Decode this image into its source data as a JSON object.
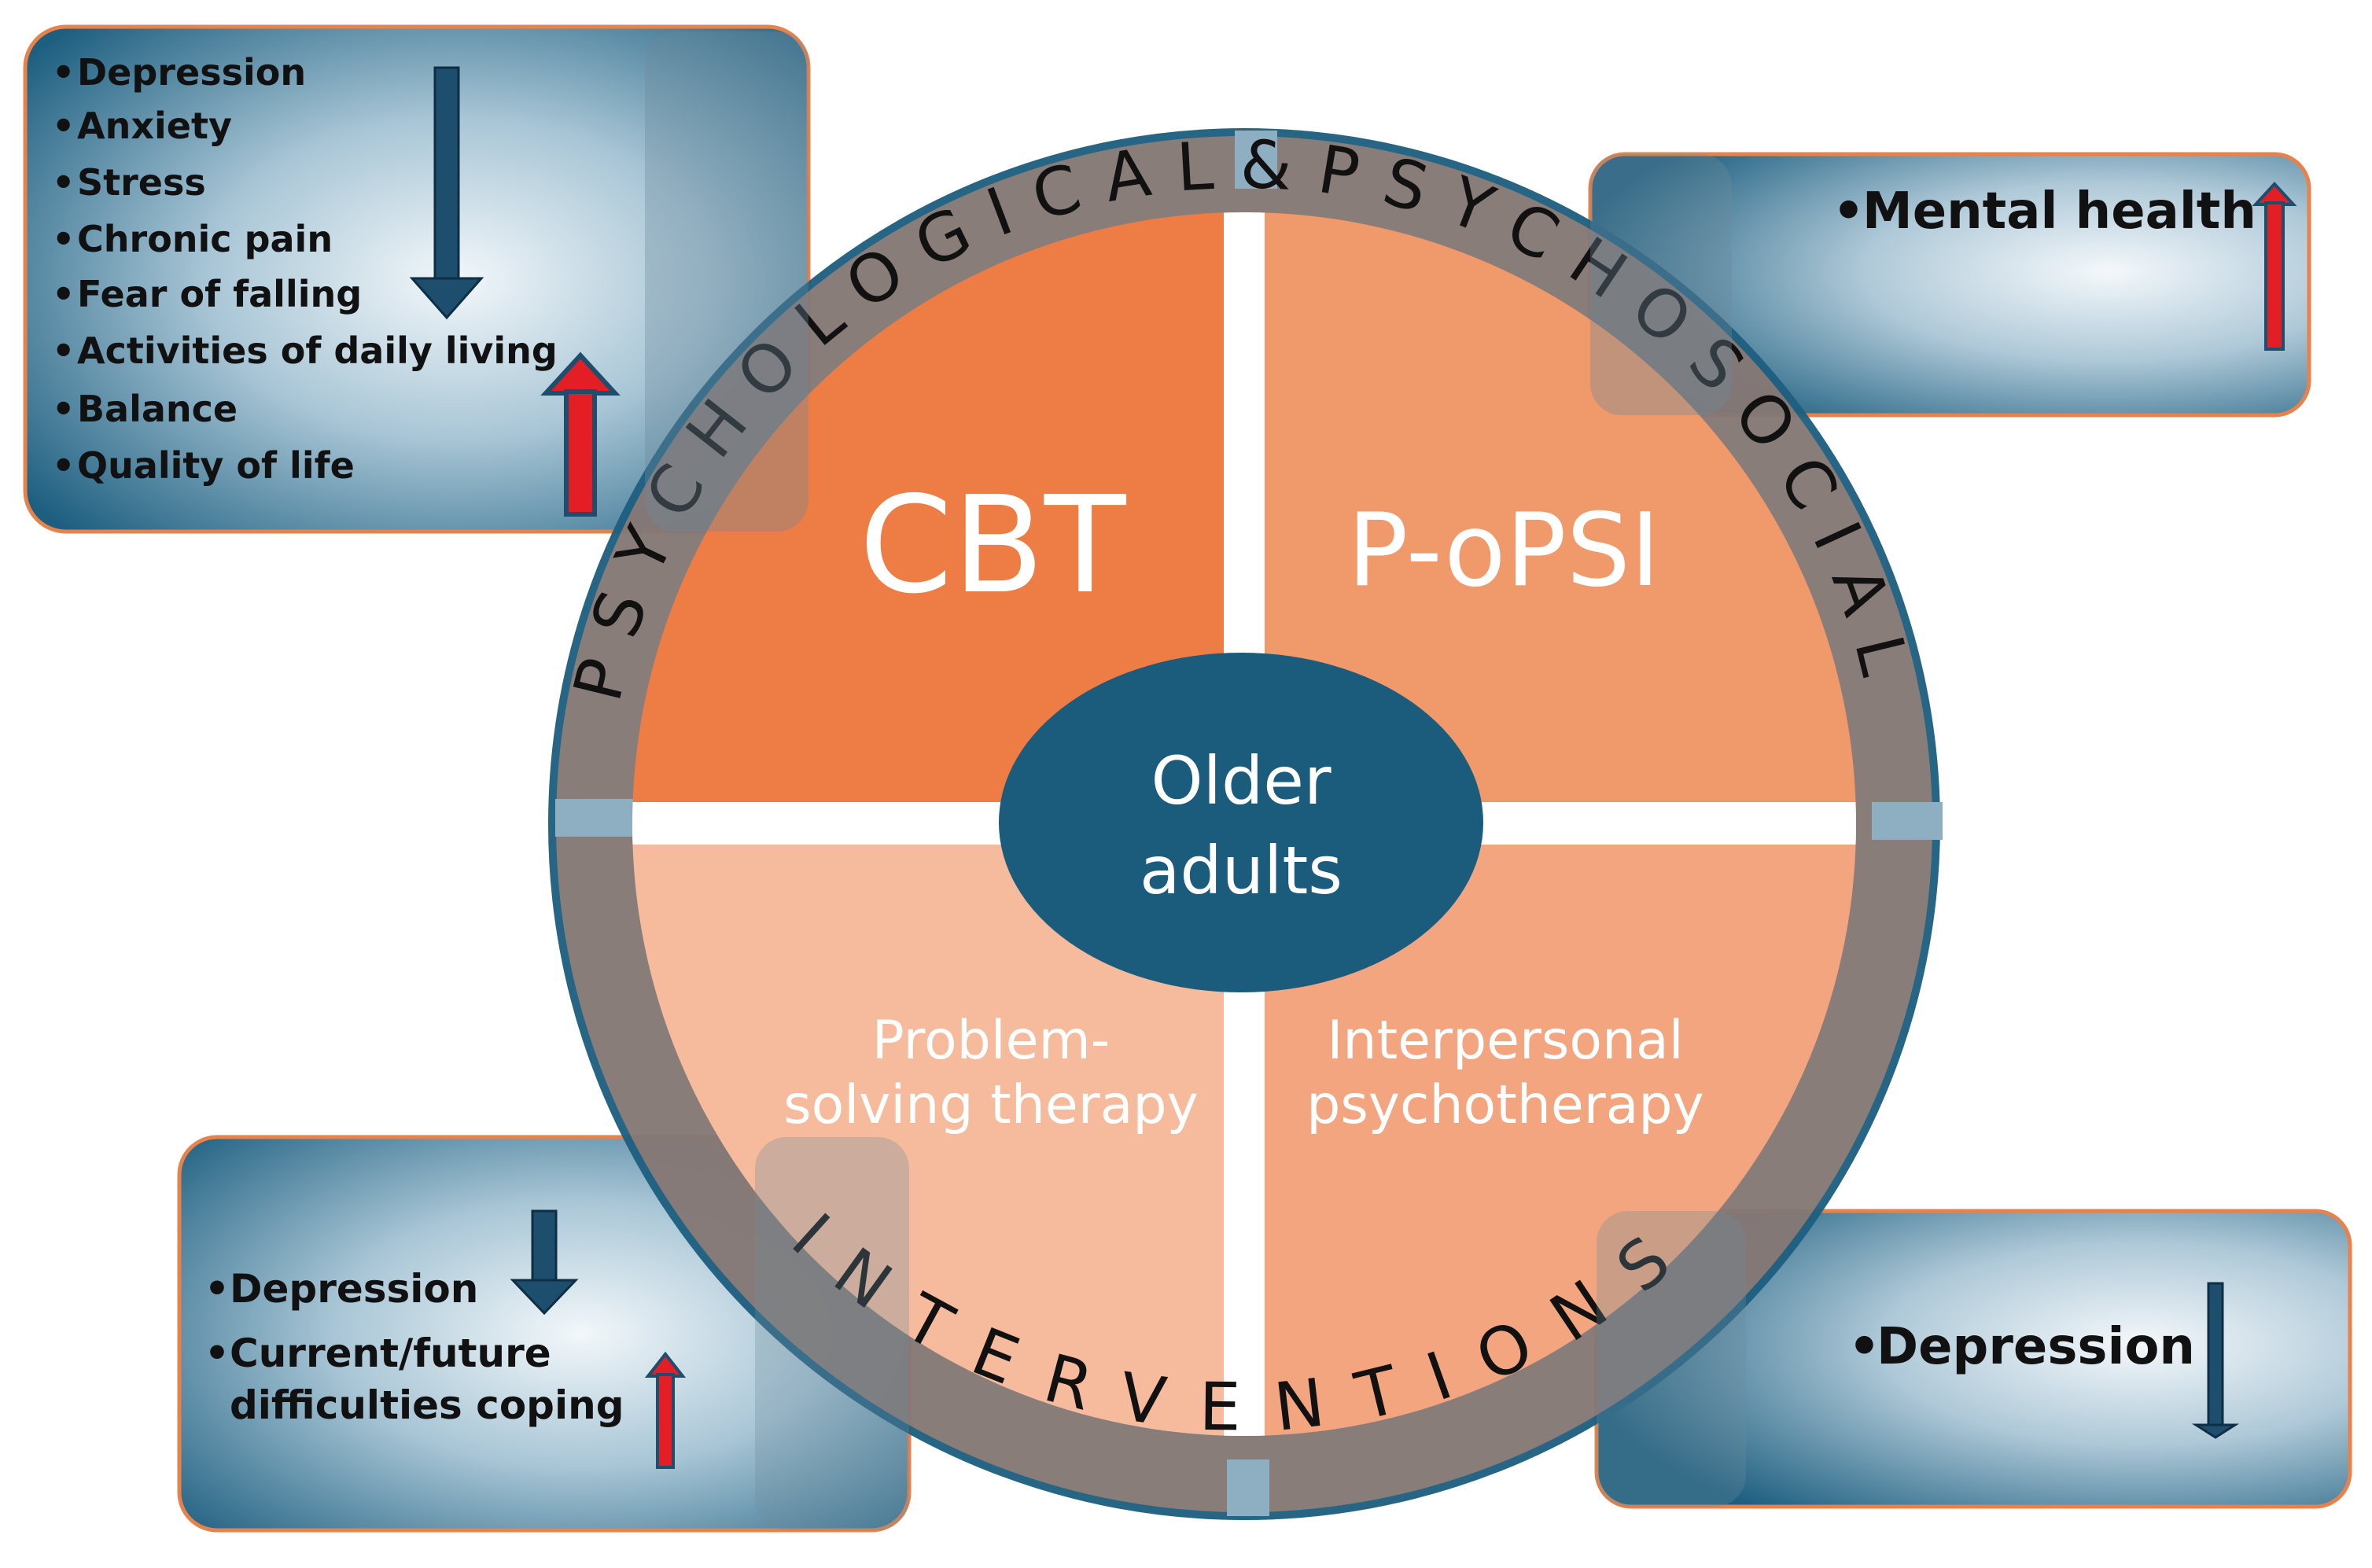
{
  "center": {
    "line1": "Older",
    "line2": "adults"
  },
  "quadrants": {
    "top_left": {
      "label": "CBT",
      "color": "#ED7D45"
    },
    "top_right": {
      "label": "P-oPSI",
      "color": "#F0996A"
    },
    "bottom_left": {
      "line1": "Problem-",
      "line2": "solving therapy",
      "color": "#F5BB9C"
    },
    "bottom_right": {
      "line1": "Interpersonal",
      "line2": "psychotherapy",
      "color": "#F2A57E"
    }
  },
  "ring": {
    "top_text": "PSYCHOLOGICAL&PSYCHOSOCIAL",
    "bottom_text": "INTERVENTIONS",
    "color": "#857875"
  },
  "boxes": {
    "cbt_outcomes": {
      "decreased": [
        "Depression",
        "Anxiety",
        "Stress",
        "Chronic pain",
        "Fear of falling"
      ],
      "increased": [
        "Activities of daily living",
        "Balance",
        "Quality of life"
      ]
    },
    "popsi_outcomes": {
      "increased": [
        "Mental health"
      ]
    },
    "pst_outcomes": {
      "decreased": [
        "Depression"
      ],
      "increased": [
        "Current/future",
        "difficulties coping"
      ]
    },
    "ipt_outcomes": {
      "decreased": [
        "Depression"
      ]
    }
  },
  "colors": {
    "box_dark": "#1E5F80",
    "box_light": "#F2F7FA",
    "box_border": "#E8824A",
    "center_fill": "#1B5B7C",
    "arrow_down": "#1E4E6E",
    "arrow_up": "#E31E24"
  }
}
